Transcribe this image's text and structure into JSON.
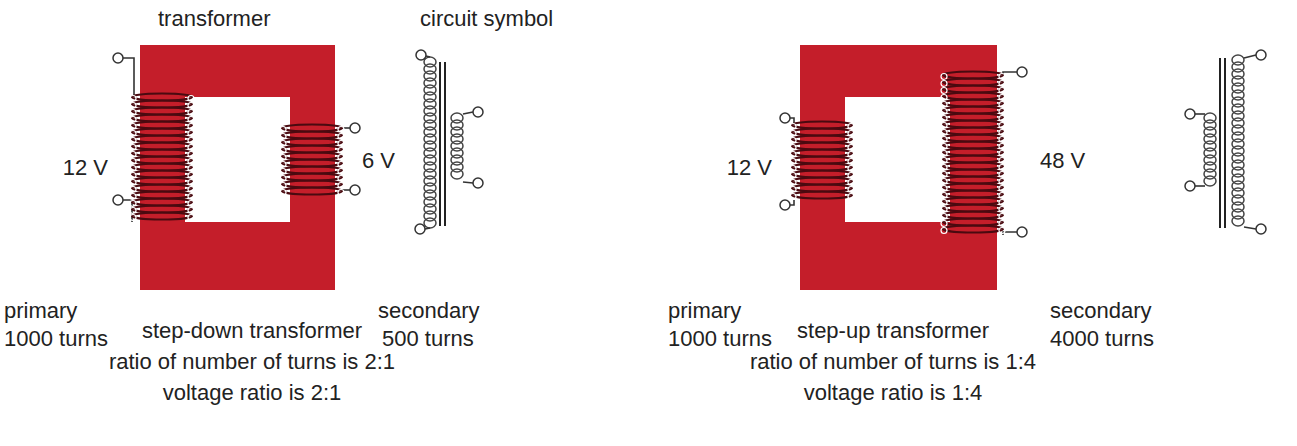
{
  "diagram": {
    "labels": [
      "transformer",
      "circuit symbol",
      "12 V",
      "6 V",
      "primary",
      "1000 turns",
      "secondary",
      "500 turns",
      "step-down transformer",
      "ratio of number of turns is 2:1",
      "voltage ratio is 2:1",
      "12 V",
      "48 V",
      "primary",
      "1000 turns",
      "secondary",
      "4000 turns",
      "step-up transformer",
      "ratio of number of turns is 1:4",
      "voltage ratio is 1:4"
    ]
  }
}
